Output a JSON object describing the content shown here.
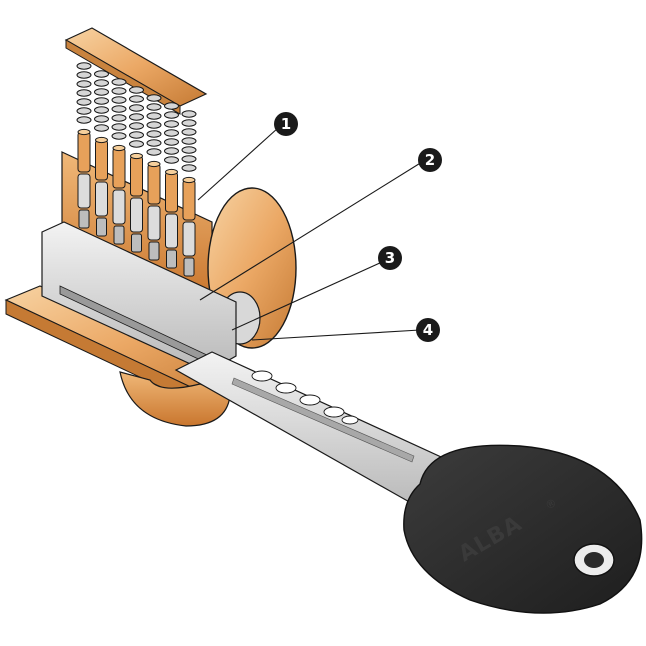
{
  "callouts": [
    {
      "label": "1"
    },
    {
      "label": "2"
    },
    {
      "label": "3"
    },
    {
      "label": "4"
    }
  ],
  "key": {
    "brand": "ALBA",
    "registered_mark": "®"
  },
  "colors": {
    "brass_light": "#f4c48c",
    "brass_mid": "#e8a25c",
    "brass_dark": "#b96a2a",
    "steel_light": "#e8e8e8",
    "steel_mid": "#c8c8c8",
    "steel_dark": "#8f8f8f",
    "key_head": "#2b2b2b",
    "outline": "#1a1a1a"
  }
}
